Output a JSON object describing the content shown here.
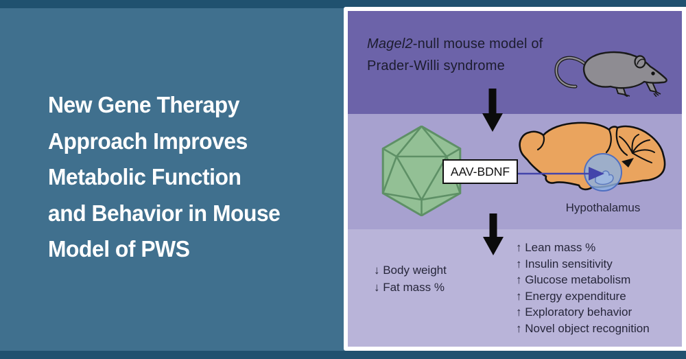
{
  "headline": {
    "lines": [
      "New Gene Therapy",
      "Approach Improves",
      "Metabolic Function",
      "and Behavior in Mouse",
      "Model of PWS"
    ]
  },
  "panel": {
    "title": {
      "gene_italic": "Magel2",
      "line1_rest": "-null mouse model of",
      "line2": "Prader-Willi syndrome"
    },
    "vector_label": "AAV-BDNF",
    "brain_region_label": "Hypothalamus",
    "decreases": [
      "↓ Body weight",
      "↓ Fat mass %"
    ],
    "increases": [
      "↑ Lean mass %",
      "↑ Insulin sensitivity",
      "↑ Glucose metabolism",
      "↑ Energy expenditure",
      "↑ Exploratory behavior",
      "↑ Novel object recognition"
    ],
    "icons": {
      "mouse": "gray-mouse-illustration",
      "capsid": "aav-capsid-icosahedron",
      "brain": "mouse-brain-sagittal-with-hypothalamus-target",
      "flow_arrows": "black-down-arrows",
      "injection_arrow": "blue-arrow-to-hypothalamus"
    }
  },
  "colors": {
    "teal_background": "#40708e",
    "teal_bars": "#20516f",
    "headline_text": "#ffffff",
    "band_top_purple": "#6c63a9",
    "band_mid_purple": "#a7a1cf",
    "band_bottom_lavender": "#b9b4d9",
    "graphic_text": "#26263a",
    "capsid_green": "#93c095",
    "capsid_edge_green": "#5e9066",
    "brain_orange": "#eaa45e",
    "target_circle_blue": "#8cb0e0",
    "injection_arrow_blue": "#4344ab",
    "mouse_gray": "#8e8c92"
  }
}
